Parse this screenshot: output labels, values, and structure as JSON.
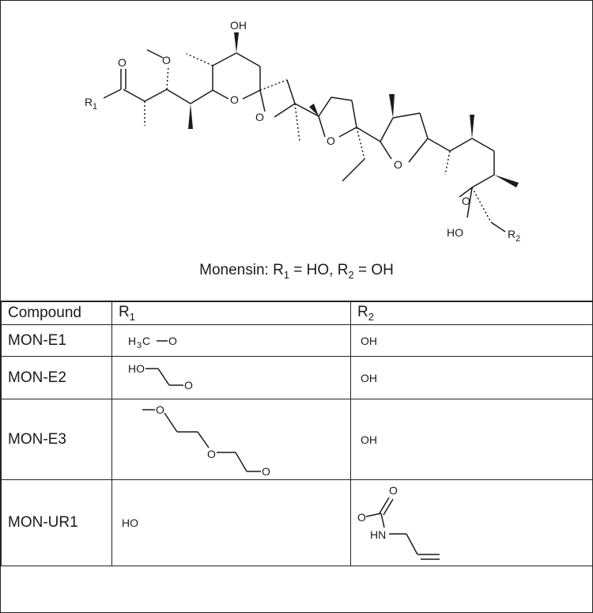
{
  "structure": {
    "atoms": {
      "oh_top": "OH",
      "ketone_o": "O",
      "methoxy_o": "O",
      "r1": "R",
      "r1_sub": "1",
      "ring_o1": "O",
      "ring_o2": "O",
      "ring_o3": "O",
      "ring_o4": "O",
      "ring_o5": "O",
      "ho_bottom": "HO",
      "r2": "R",
      "r2_sub": "2"
    },
    "caption": {
      "name": "Monensin: R",
      "r1_sub": "1",
      "mid": " = HO, R",
      "r2_sub": "2",
      "end": " = OH"
    }
  },
  "table": {
    "headers": {
      "compound": "Compound",
      "r1": "R",
      "r1_sub": "1",
      "r2": "R",
      "r2_sub": "2"
    },
    "rows": [
      {
        "compound": "MON-E1",
        "r1": {
          "a": "H",
          "a_sub": "3",
          "b": "C",
          "o": "O"
        },
        "r2": "OH"
      },
      {
        "compound": "MON-E2",
        "r1": {
          "ho": "HO",
          "o": "O"
        },
        "r2": "OH"
      },
      {
        "compound": "MON-E3",
        "r1": {
          "o1": "O",
          "o2": "O",
          "o3": "O"
        },
        "r2": "OH"
      },
      {
        "compound": "MON-UR1",
        "r1": "HO",
        "r2": {
          "o_top": "O",
          "o_left": "O",
          "hn": "HN"
        }
      }
    ]
  }
}
